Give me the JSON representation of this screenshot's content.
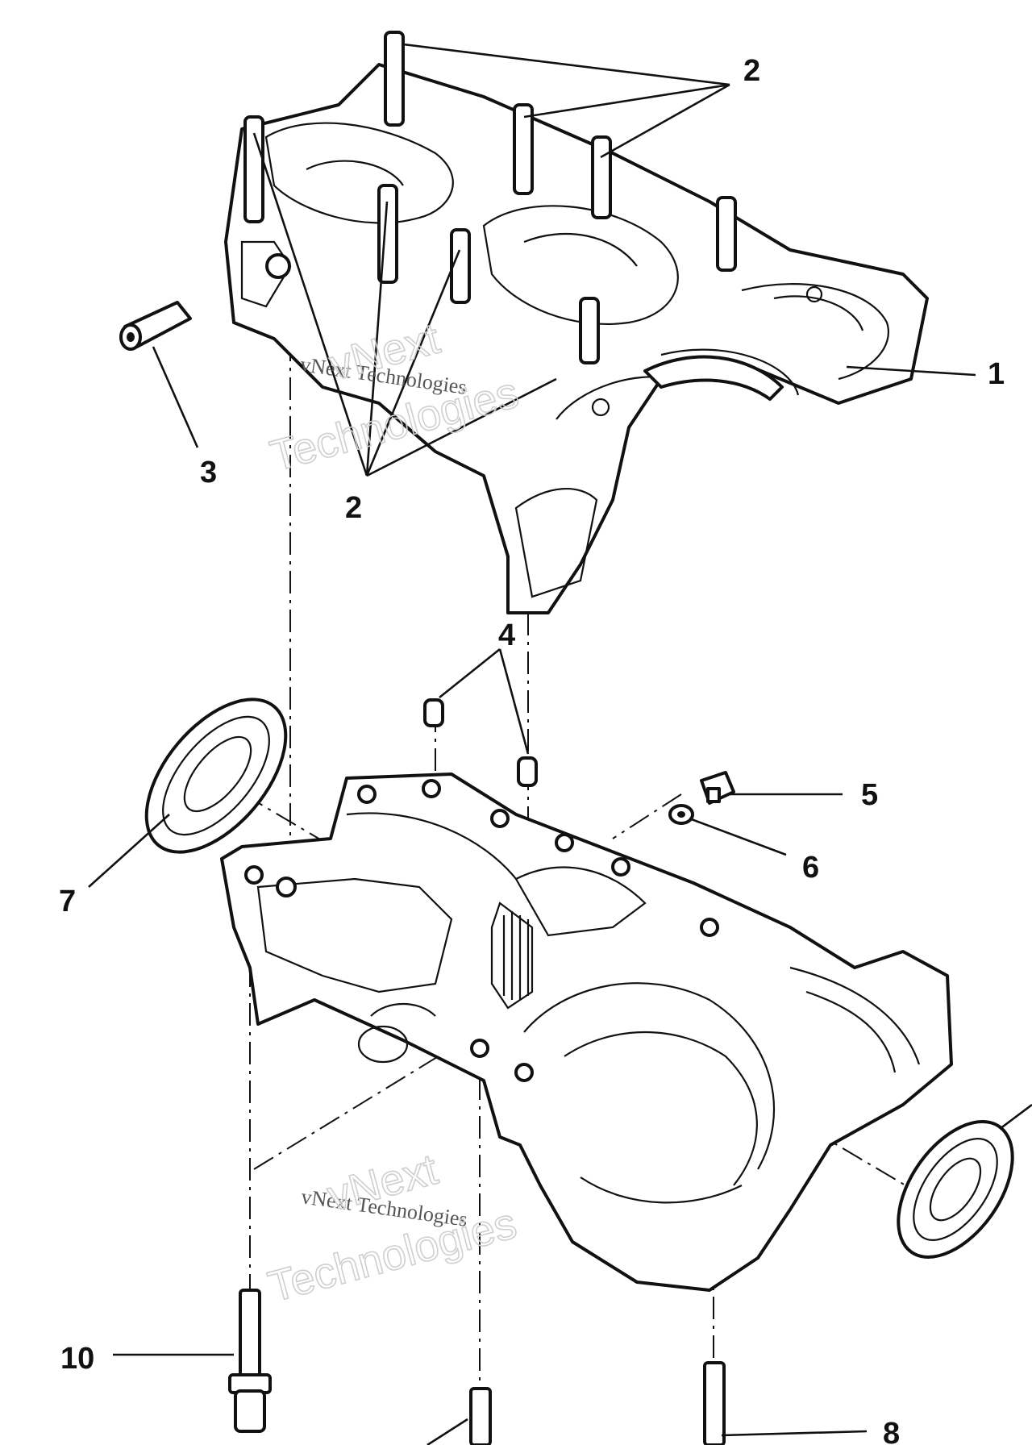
{
  "figure": {
    "callouts": {
      "c1": "1",
      "c2_top": "2",
      "c2_bottom": "2",
      "c3": "3",
      "c4": "4",
      "c5": "5",
      "c6": "6",
      "c7": "7",
      "c8": "8",
      "c10": "10"
    },
    "watermark": {
      "text_line": "vNext Technologies",
      "big_word_1": "vNext",
      "big_word_2": "Technologies"
    }
  }
}
